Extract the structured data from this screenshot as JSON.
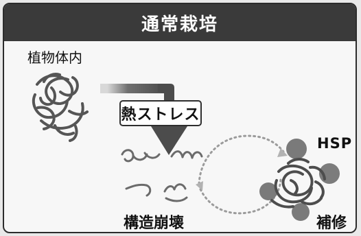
{
  "diagram": {
    "title": "通常栽培",
    "plant_label": "植物体内",
    "stress_label": "熱ストレス",
    "collapse_label": "構造崩壊",
    "repair_label": "補修",
    "hsp_label": "HSP"
  }
}
